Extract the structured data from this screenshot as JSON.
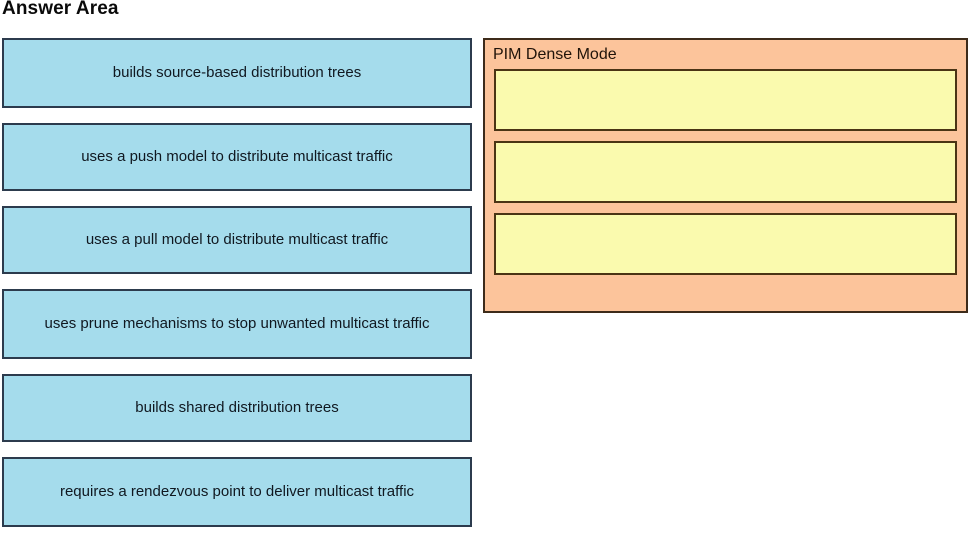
{
  "page": {
    "title": "Answer Area"
  },
  "options": {
    "items": [
      {
        "label": "builds source-based distribution trees"
      },
      {
        "label": "uses a push model to distribute multicast traffic"
      },
      {
        "label": "uses a pull model to distribute multicast traffic"
      },
      {
        "label": "uses prune mechanisms to stop unwanted multicast traffic"
      },
      {
        "label": "builds shared distribution trees"
      },
      {
        "label": "requires a rendezvous point to deliver multicast traffic"
      }
    ]
  },
  "category": {
    "title": "PIM Dense Mode",
    "slots": [
      {
        "value": ""
      },
      {
        "value": ""
      },
      {
        "value": ""
      }
    ]
  },
  "colors": {
    "option_fill": "#a5dcec",
    "option_border": "#2c3b4d",
    "category_fill": "#fcc49b",
    "category_border": "#3d2b1a",
    "slot_fill": "#fafaae",
    "slot_border": "#4a3414"
  }
}
